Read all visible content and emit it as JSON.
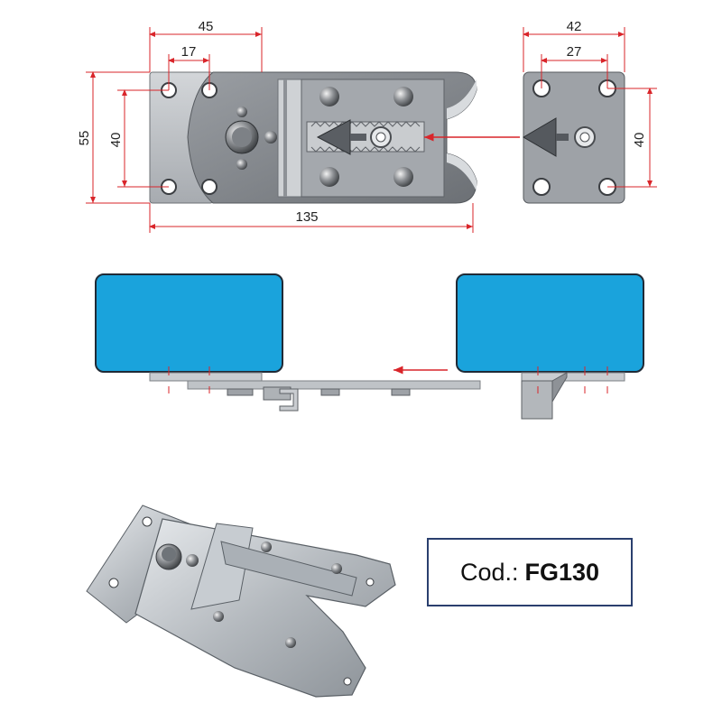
{
  "dimensions": {
    "top_width": "45",
    "hole_spacing": "17",
    "height": "55",
    "hole_vertical": "40",
    "total_length": "135",
    "small_width": "42",
    "small_hole_spacing": "27",
    "small_hole_vertical": "40"
  },
  "product": {
    "code_label": "Cod.:",
    "code_value": "FG130"
  },
  "colors": {
    "dimension_line": "#d9252a",
    "block_fill": "#1aa3dc",
    "block_border": "#1f2a36",
    "plate": "#b9bdc2",
    "plate_dark": "#8f9499",
    "box_border": "#2a3f6e"
  }
}
